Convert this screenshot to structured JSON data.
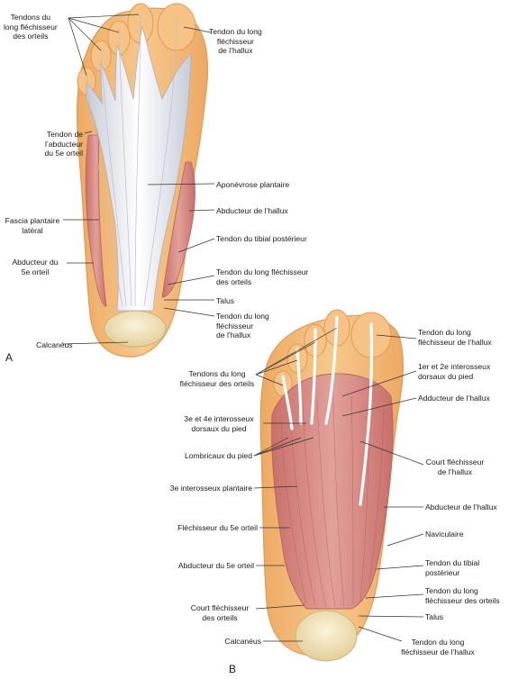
{
  "panels": {
    "A": {
      "letter": "A",
      "labels": {
        "tendons_long_flechisseur_orteils": [
          "Tendons du",
          "long fléchisseur",
          "des orteils"
        ],
        "tendon_long_flechisseur_hallux": [
          "Tendon du long",
          "fléchisseur",
          "de l’hallux"
        ],
        "tendon_abducteur_5e": [
          "Tendon de",
          "l’abducteur",
          "du 5e orteil"
        ],
        "aponevrose_plantaire": [
          "Aponévrose plantaire"
        ],
        "abducteur_hallux": [
          "Abducteur de l’hallux"
        ],
        "fascia_plantaire_lateral": [
          "Fascia plantaire",
          "latéral"
        ],
        "tendon_tibial_posterieur": [
          "Tendon du tibial postérieur"
        ],
        "abducteur_5e": [
          "Abducteur du",
          "5e orteil"
        ],
        "tendon_long_flechisseur_orteils": [
          "Tendon du long fléchisseur",
          "des orteils"
        ],
        "talus": [
          "Talus"
        ],
        "tendon_long_flechisseur_hallux_2": [
          "Tendon du long",
          "fléchisseur",
          "de l’hallux"
        ],
        "calcaneus": [
          "Calcanéus"
        ]
      }
    },
    "B": {
      "letter": "B",
      "labels": {
        "tendon_long_flechisseur_hallux": [
          "Tendon du long",
          "fléchisseur de l’hallux"
        ],
        "tendons_long_flechisseur_orteils": [
          "Tendons du long",
          "fléchisseur des orteils"
        ],
        "interosseux_1_2": [
          "1er et 2e interosseux",
          "dorsaux du pied"
        ],
        "adducteur_hallux": [
          "Adducteur de l’hallux"
        ],
        "interosseux_3_4": [
          "3e et 4e interosseux",
          "dorsaux du pied"
        ],
        "lombricaux": [
          "Lombricaux du pied"
        ],
        "court_flechisseur_hallux": [
          "Court fléchisseur",
          "de l’hallux"
        ],
        "interosseux_plantaire": [
          "3e interosseux plantaire"
        ],
        "abducteur_hallux": [
          "Abducteur de l’hallux"
        ],
        "flechisseur_5e": [
          "Fléchisseur du 5e orteil"
        ],
        "naviculaire": [
          "Naviculaire"
        ],
        "abducteur_5e": [
          "Abducteur du 5e orteil"
        ],
        "tendon_tibial_posterieur": [
          "Tendon du tibial",
          "postérieur"
        ],
        "tendon_long_flechisseur_orteils": [
          "Tendon du long",
          "fléchisseur des orteils"
        ],
        "court_flechisseur_orteils": [
          "Court fléchisseur",
          "des orteils"
        ],
        "talus": [
          "Talus"
        ],
        "calcaneus": [
          "Calcanéus"
        ],
        "tendon_long_flechisseur_hallux_2": [
          "Tendon du long",
          "fléchisseur de l’hallux"
        ]
      }
    }
  },
  "colors": {
    "skin": "#f3b872",
    "skin_light": "#f8d7a8",
    "fat": "#f7e3c2",
    "tendon": "#eef1f6",
    "tendon_shade": "#b9bfd0",
    "muscle": "#d98a84",
    "muscle_dark": "#b8625e",
    "bone": "#f1e4bd",
    "leader": "#333333"
  }
}
